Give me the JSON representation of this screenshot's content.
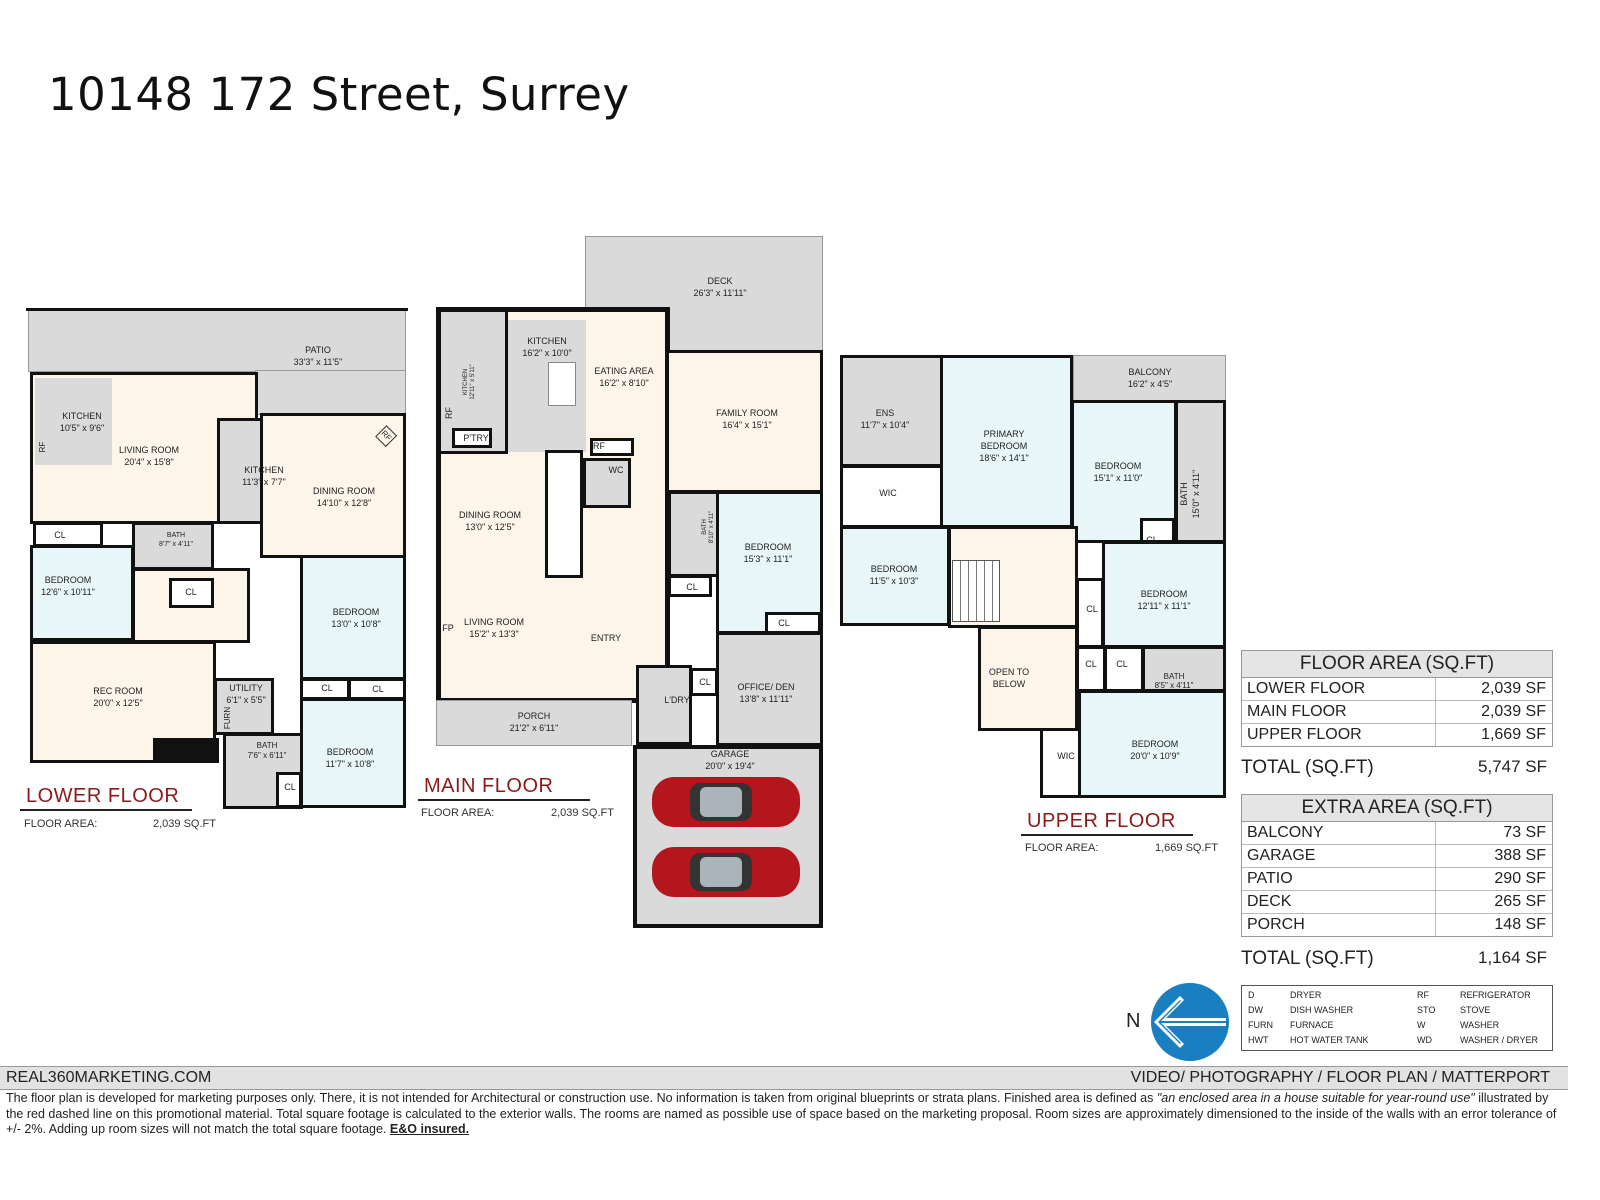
{
  "title": "10148 172 Street, Surrey",
  "floors": {
    "lower": {
      "name": "LOWER FLOOR",
      "area_label": "FLOOR AREA:",
      "area_value": "2,039 SQ.FT",
      "rooms": [
        {
          "name": "PATIO",
          "size": "33'3\" x 11'5\""
        },
        {
          "name": "KITCHEN",
          "size": "10'5\" x 9'6\""
        },
        {
          "name": "LIVING ROOM",
          "size": "20'4\" x 15'8\""
        },
        {
          "name": "KITCHEN",
          "size": "11'3\" x 7'7\""
        },
        {
          "name": "DINING ROOM",
          "size": "14'10\" x 12'8\""
        },
        {
          "name": "BEDROOM",
          "size": "12'6\" x 10'11\""
        },
        {
          "name": "BATH",
          "size": "8'7\" x 4'11\""
        },
        {
          "name": "BEDROOM",
          "size": "13'0\" x 10'8\""
        },
        {
          "name": "REC ROOM",
          "size": "20'0\" x 12'5\""
        },
        {
          "name": "UTILITY",
          "size": "6'1\" x 5'5\""
        },
        {
          "name": "BATH",
          "size": "7'6\" x 6'11\""
        },
        {
          "name": "BEDROOM",
          "size": "11'7\" x 10'8\""
        }
      ],
      "closet": "CL",
      "furnace": "FURN",
      "fridge": "RF"
    },
    "main": {
      "name": "MAIN FLOOR",
      "area_label": "FLOOR AREA:",
      "area_value": "2,039 SQ.FT",
      "rooms": [
        {
          "name": "DECK",
          "size": "26'3\" x 11'11\""
        },
        {
          "name": "KITCHEN",
          "size": "16'2\" x 10'0\""
        },
        {
          "name": "KITCHEN",
          "size": "12'11\" x 5'11\""
        },
        {
          "name": "EATING AREA",
          "size": "16'2\" x 8'10\""
        },
        {
          "name": "FAMILY ROOM",
          "size": "16'4\" x 15'1\""
        },
        {
          "name": "DINING ROOM",
          "size": "13'0\" x 12'5\""
        },
        {
          "name": "BATH",
          "size": "8'10\" x 4'11\""
        },
        {
          "name": "BEDROOM",
          "size": "15'3\" x 11'1\""
        },
        {
          "name": "LIVING ROOM",
          "size": "15'2\" x 13'3\""
        },
        {
          "name": "OFFICE/ DEN",
          "size": "13'8\" x 11'11\""
        },
        {
          "name": "PORCH",
          "size": "21'2\" x 6'11\""
        },
        {
          "name": "GARAGE",
          "size": "20'0\" x 19'4\""
        }
      ],
      "labels": {
        "pantry": "P'TRY",
        "fridge": "RF",
        "wc": "WC",
        "closet": "CL",
        "fireplace": "FP",
        "entry": "ENTRY",
        "laundry": "L'DRY"
      }
    },
    "upper": {
      "name": "UPPER FLOOR",
      "area_label": "FLOOR AREA:",
      "area_value": "1,669 SQ.FT",
      "rooms": [
        {
          "name": "ENS",
          "size": "11'7\" x 10'4\""
        },
        {
          "name": "PRIMARY BEDROOM",
          "size": "18'6\" x 14'1\""
        },
        {
          "name": "BALCONY",
          "size": "16'2\" x 4'5\""
        },
        {
          "name": "BEDROOM",
          "size": "15'1\" x 11'0\""
        },
        {
          "name": "BATH",
          "size": "15'0\" x 4'11\""
        },
        {
          "name": "BEDROOM",
          "size": "11'5\" x 10'3\""
        },
        {
          "name": "BEDROOM",
          "size": "12'11\" x 11'1\""
        },
        {
          "name": "BATH",
          "size": "8'5\" x 4'11\""
        },
        {
          "name": "BEDROOM",
          "size": "20'0\" x 10'9\""
        }
      ],
      "labels": {
        "wic": "WIC",
        "closet": "CL",
        "open": "OPEN TO BELOW"
      }
    }
  },
  "floor_area": {
    "header": "FLOOR AREA (SQ.FT)",
    "rows": [
      {
        "label": "LOWER FLOOR",
        "value": "2,039 SF"
      },
      {
        "label": "MAIN FLOOR",
        "value": "2,039 SF"
      },
      {
        "label": "UPPER FLOOR",
        "value": "1,669 SF"
      }
    ],
    "total_label": "TOTAL (SQ.FT)",
    "total_value": "5,747 SF"
  },
  "extra_area": {
    "header": "EXTRA AREA (SQ.FT)",
    "rows": [
      {
        "label": "BALCONY",
        "value": "73 SF"
      },
      {
        "label": "GARAGE",
        "value": "388 SF"
      },
      {
        "label": "PATIO",
        "value": "290 SF"
      },
      {
        "label": "DECK",
        "value": "265 SF"
      },
      {
        "label": "PORCH",
        "value": "148 SF"
      }
    ],
    "total_label": "TOTAL (SQ.FT)",
    "total_value": "1,164 SF"
  },
  "legend": [
    {
      "code": "D",
      "meaning": "DRYER"
    },
    {
      "code": "DW",
      "meaning": "DISH WASHER"
    },
    {
      "code": "FURN",
      "meaning": "FURNACE"
    },
    {
      "code": "HWT",
      "meaning": "HOT WATER TANK"
    },
    {
      "code": "RF",
      "meaning": "REFRIGERATOR"
    },
    {
      "code": "STO",
      "meaning": "STOVE"
    },
    {
      "code": "W",
      "meaning": "WASHER"
    },
    {
      "code": "WD",
      "meaning": "WASHER / DRYER"
    }
  ],
  "compass": {
    "label": "N",
    "color": "#1a7fc1",
    "icon": "north-arrow-icon"
  },
  "footer": {
    "website": "REAL360MARKETING.COM",
    "services": "VIDEO/ PHOTOGRAPHY / FLOOR PLAN / MATTERPORT",
    "disclaimer_1": "The floor plan is developed for marketing purposes only. There, it is not intended for Architectural or construction use. No information is  taken from original blueprints or strata plans. Finished area is defined as ",
    "disclaimer_quote": "\"an enclosed area in a house suitable for year-round use\"",
    "disclaimer_2": " illustrated by the red dashed line on this promotional material. Total square footage is calculated to the exterior walls. The rooms are named as possible use of space based on the marketing proposal. Room sizes are approximately dimensioned to the inside of the walls with an error tolerance of +/- 2%. Adding up room sizes will not match the total square footage. ",
    "disclaimer_bold": "E&O insured."
  },
  "colors": {
    "wall": "#111111",
    "living": "#fdf4ea",
    "bedroom": "#e9f6f7",
    "service": "#dadada",
    "floor_title": "#8b1a1a",
    "car": "#b3161c"
  }
}
